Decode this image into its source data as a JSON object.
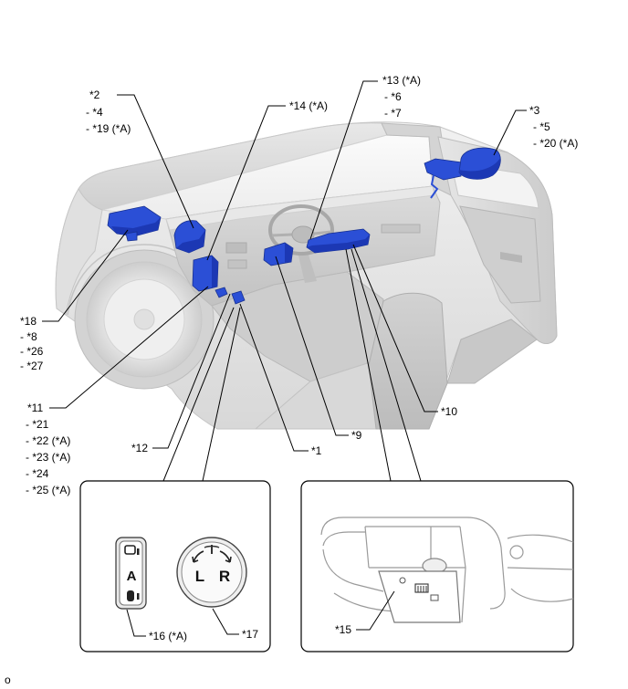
{
  "callouts": {
    "c2": [
      "*2",
      "- *4",
      "- *19 (*A)"
    ],
    "c14": [
      "*14 (*A)"
    ],
    "c13": [
      "*13 (*A)",
      "- *6",
      "- *7"
    ],
    "c3": [
      "*3",
      "- *5",
      "- *20 (*A)"
    ],
    "c18": [
      "*18",
      "- *8",
      "- *26",
      "- *27"
    ],
    "c11": [
      "*11",
      "- *21",
      "- *22 (*A)",
      "- *23 (*A)",
      "- *24",
      "- *25 (*A)"
    ],
    "c12": [
      "*12"
    ],
    "c1": [
      "*1"
    ],
    "c9": [
      "*9"
    ],
    "c10": [
      "*10"
    ],
    "c16": [
      "*16 (*A)"
    ],
    "c17": [
      "*17"
    ],
    "c15": [
      "*15"
    ]
  },
  "mirror_switch": {
    "mode_letter": "A",
    "left_letter": "L",
    "right_letter": "R"
  },
  "corner_mark": "o",
  "icons": {
    "switch_top": "mirror-upper-icon",
    "switch_bottom": "mirror-lower-icon",
    "knob_arrows": "rotate-arrow-icon",
    "defogger_switch": "mirror-heater-icon"
  },
  "colors": {
    "highlight": "#2b4fd6",
    "highlight_edge": "#17308f",
    "highlight_shade": "#1c38b4"
  }
}
